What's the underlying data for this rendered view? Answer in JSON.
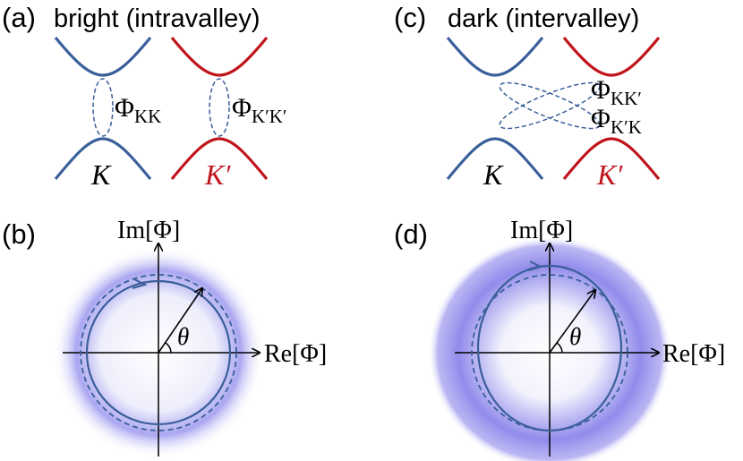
{
  "colors": {
    "blue": "#3a5f9a",
    "red": "#c0141c",
    "glow": "#6a63e0",
    "black": "#000000"
  },
  "panels": {
    "a": {
      "label": "(a)",
      "title": "bright (intravalley)",
      "phi_left": {
        "sym": "Φ",
        "sub": "KK"
      },
      "phi_right": {
        "sym": "Φ",
        "sub": "K′K′"
      },
      "valley_left": "K",
      "valley_right": "K′"
    },
    "b": {
      "label": "(b)",
      "ylabel": "Im[Φ]",
      "xlabel": "Re[Φ]",
      "angle": "θ"
    },
    "c": {
      "label": "(c)",
      "title": "dark (intervalley)",
      "phi_top": {
        "sym": "Φ",
        "sub": "KK′"
      },
      "phi_bottom": {
        "sym": "Φ",
        "sub": "K′K"
      },
      "valley_left": "K",
      "valley_right": "K′"
    },
    "d": {
      "label": "(d)",
      "ylabel": "Im[Φ]",
      "xlabel": "Re[Φ]",
      "angle": "θ"
    }
  }
}
